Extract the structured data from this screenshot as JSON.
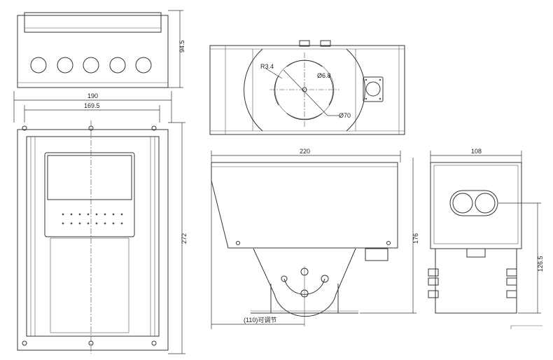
{
  "drawing": {
    "views": [
      "enclosure-top",
      "enclosure-front",
      "sensor-top",
      "sensor-side",
      "sensor-end"
    ],
    "dimensions": {
      "enclosure_height": "94.5",
      "enclosure_width_outer": "190",
      "enclosure_width_inner": "169.5",
      "enclosure_length": "272",
      "slot_radius": "R3.4",
      "center_hole": "Ø6.8",
      "bolt_circle": "Ø70",
      "sensor_length": "220",
      "sensor_height": "176",
      "adjustable_offset": "(110)可调节",
      "sensor_width": "108",
      "lens_height": "126.5"
    }
  }
}
